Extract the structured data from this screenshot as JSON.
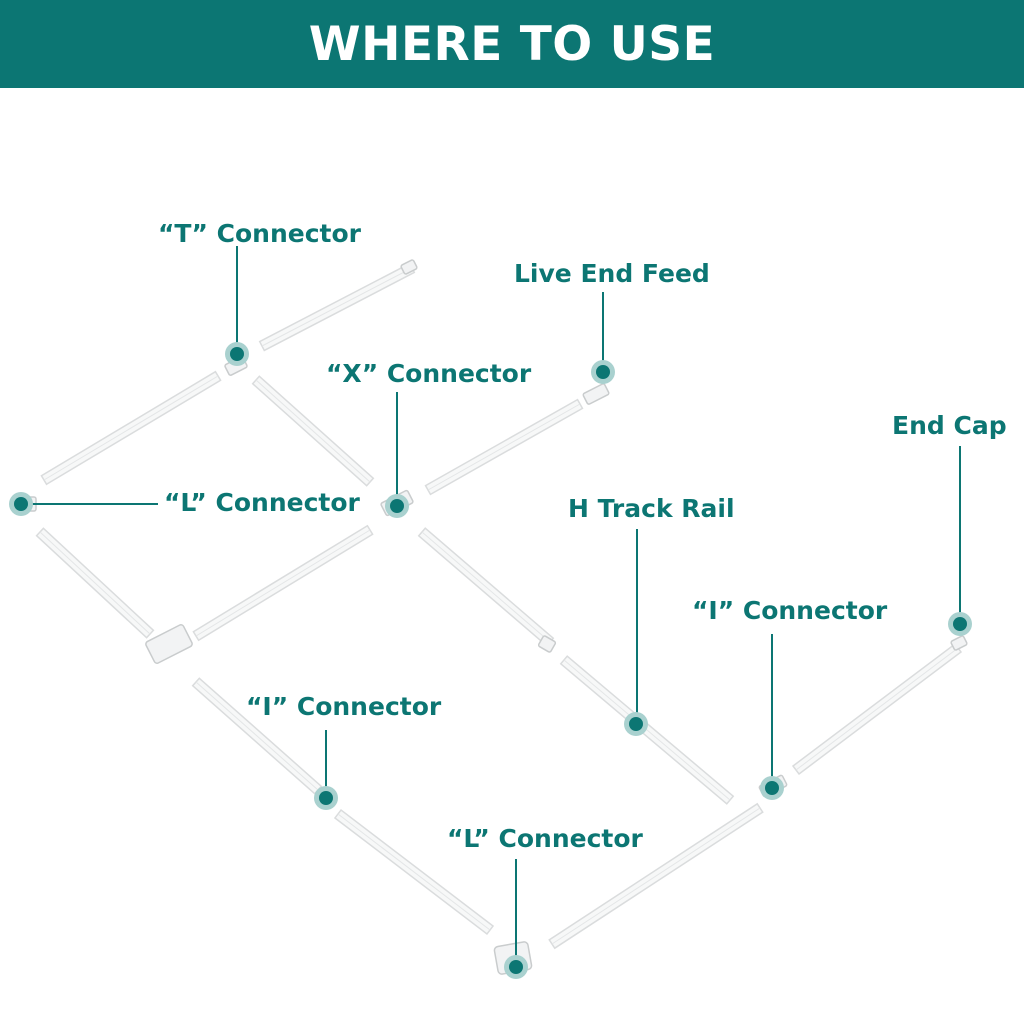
{
  "header": {
    "title": "WHERE TO USE"
  },
  "callouts": {
    "t_connector": "“T” Connector",
    "live_end_feed": "Live End Feed",
    "x_connector": "“X” Connector",
    "end_cap": "End Cap",
    "l_connector_left": "“L” Connector",
    "h_track_rail": "H Track Rail",
    "i_connector_right": "“I” Connector",
    "i_connector_left": "“I” Connector",
    "l_connector_bottom": "“L” Connector"
  },
  "colors": {
    "accent": "#0c7673",
    "dot_halo": "#a9d1cf",
    "rail": "#f7f8f8"
  }
}
